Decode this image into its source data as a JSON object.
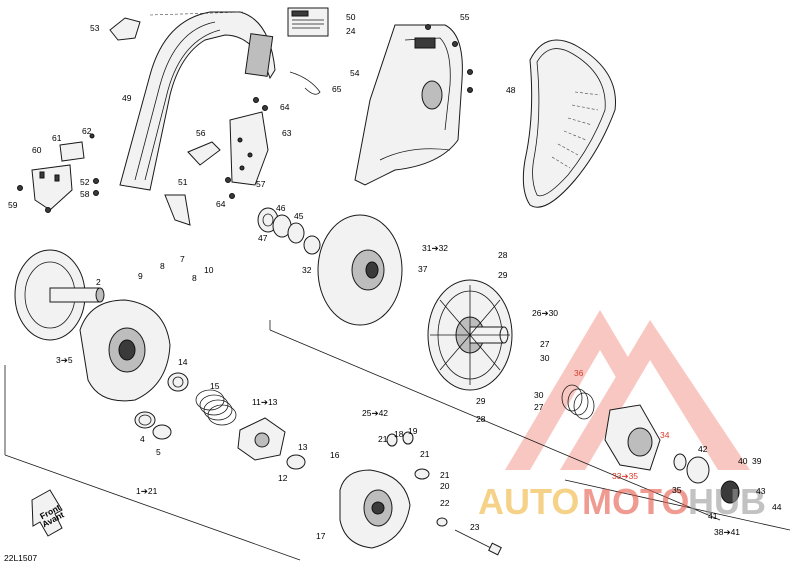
{
  "diagram_code": "22L1507",
  "front_label_line1": "Front",
  "front_label_line2": "Avant",
  "watermark": {
    "part1": "AUTO",
    "part2": "MOTO",
    "part3": "HUB",
    "color_red": "#e65a4a",
    "color_yellow": "#f0b53a",
    "color_gray": "#9a9a9a"
  },
  "callouts": {
    "c53": "53",
    "c50": "50",
    "c24": "24",
    "c55": "55",
    "c48": "48",
    "c54": "54",
    "c65": "65",
    "c49": "49",
    "c64a": "64",
    "c63": "63",
    "c61": "61",
    "c62": "62",
    "c56": "56",
    "c60": "60",
    "c52": "52",
    "c51": "51",
    "c57": "57",
    "c58": "58",
    "c59": "59",
    "c64b": "64",
    "c46": "46",
    "c45": "45",
    "c47": "47",
    "c32": "32",
    "c31_32": "31➔32",
    "c28a": "28",
    "c29a": "29",
    "c37": "37",
    "c26_30": "26➔30",
    "c2": "2",
    "c9": "9",
    "c8a": "8",
    "c7": "7",
    "c8b": "8",
    "c10": "10",
    "c27a": "27",
    "c30a": "30",
    "c3_5": "3➔5",
    "c14": "14",
    "c36": "36",
    "c30b": "30",
    "c27b": "27",
    "c15": "15",
    "c11_13": "11➔13",
    "c29b": "29",
    "c28b": "28",
    "c25_42": "25➔42",
    "c34": "34",
    "c4": "4",
    "c5": "5",
    "c21a": "21",
    "c18": "18",
    "c19": "19",
    "c13": "13",
    "c21b": "21",
    "c16": "16",
    "c12": "12",
    "c42": "42",
    "c40": "40",
    "c39": "39",
    "c33_35": "33➔35",
    "c21c": "21",
    "c20": "20",
    "c35": "35",
    "c43": "43",
    "c1_21": "1➔21",
    "c22": "22",
    "c41": "41",
    "c44": "44",
    "c23": "23",
    "c17": "17",
    "c38_41": "38➔41"
  }
}
